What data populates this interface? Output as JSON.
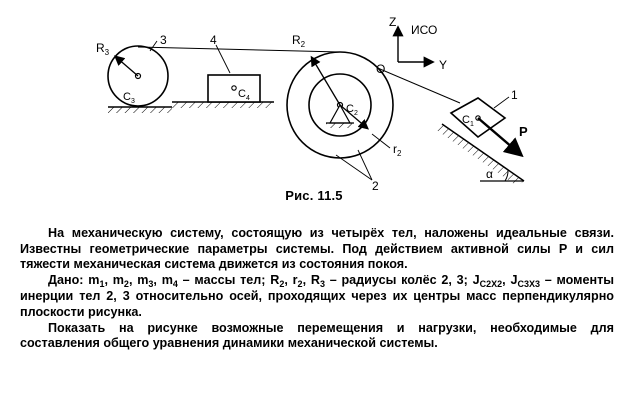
{
  "figure": {
    "frame_label": "ИСО",
    "axis_z": "Z",
    "axis_y": "Y",
    "origin": "O",
    "force_label": "P",
    "angle_label": "α",
    "body_numbers": {
      "n1": "1",
      "n2": "2",
      "n3": "3",
      "n4": "4"
    },
    "radius_labels": {
      "R2": "R",
      "R2_sub": "2",
      "r2": "r",
      "r2_sub": "2",
      "R3": "R",
      "R3_sub": "3"
    },
    "centers": {
      "C1": "C",
      "C1_sub": "1",
      "C2": "C",
      "C2_sub": "2",
      "C3": "C",
      "C3_sub": "3",
      "C4": "C",
      "C4_sub": "4"
    }
  },
  "caption": "Рис. 11.5",
  "paragraph1": "На механическую систему, состоящую из четырёх тел, наложены идеальные связи. Известны геометрические параметры системы. Под действием активной силы P и сил тяжести механическая система движется из состояния покоя.",
  "paragraph2": {
    "given": "Дано: ",
    "m": "m",
    "m1": "1",
    "m2": "2",
    "m3": "3",
    "m4": "4",
    "masses_tail": " – массы тел; ",
    "R": "R",
    "r": "r",
    "R2": "2",
    "r2": "2",
    "R3": "3",
    "radii_tail": " – радиусы колёс 2, 3; ",
    "J": "J",
    "J2sub": "C2X2",
    "J3sub": "C3X3",
    "inertia_tail": " – моменты инерции тел 2, 3 относительно осей, проходящих через их центры масс перпендикулярно плоскости рисунка."
  },
  "paragraph3": "Показать на рисунке возможные перемещения и нагрузки, необходимые для составления общего уравнения динамики механической системы.",
  "comma": ", "
}
